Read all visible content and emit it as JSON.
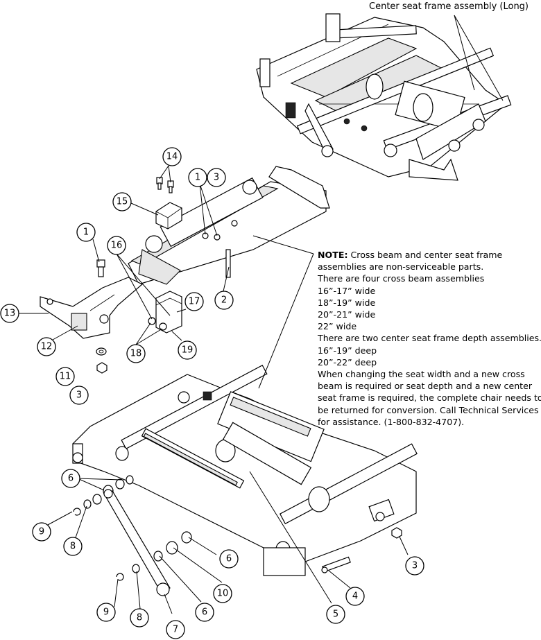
{
  "assembly_title": "Center seat frame assembly (Long)",
  "note": {
    "heading": "NOTE:",
    "lines": [
      "Cross beam and center seat frame",
      "assemblies are non-serviceable parts.",
      "There are four cross beam assemblies",
      "16”-17” wide",
      "18”-19” wide",
      "20”-21” wide",
      "22” wide",
      "There are two center seat frame depth assemblies.",
      "16”-19” deep",
      "20”-22” deep",
      "When changing the seat width and a new cross",
      "beam is required or seat depth and a new center",
      "seat frame is required, the complete chair needs to",
      "be returned for conversion. Call Technical Services",
      "for assistance. (1-800-832-4707)."
    ]
  },
  "callouts": [
    "14",
    "1",
    "3",
    "15",
    "1",
    "16",
    "17",
    "2",
    "13",
    "12",
    "18",
    "19",
    "11",
    "3",
    "6",
    "9",
    "8",
    "6",
    "10",
    "6",
    "9",
    "8",
    "7",
    "3",
    "4",
    "5"
  ]
}
